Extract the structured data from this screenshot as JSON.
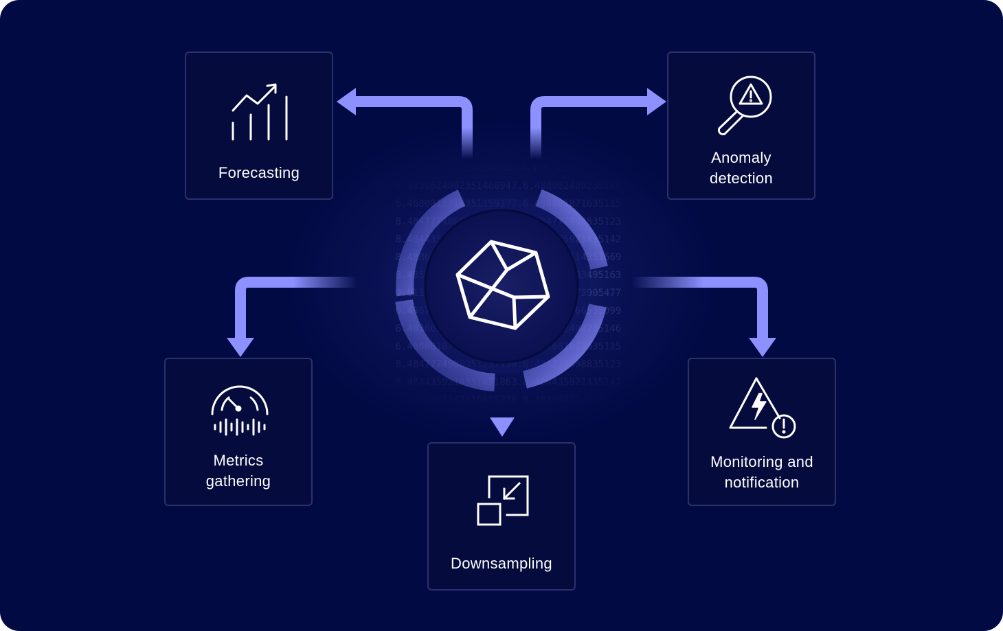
{
  "diagram": {
    "nodes": [
      {
        "id": "forecasting",
        "label_lines": [
          "Forecasting"
        ],
        "icon": "trend-chart-icon"
      },
      {
        "id": "anomaly",
        "label_lines": [
          "Anomaly",
          "detection"
        ],
        "icon": "magnifier-warning-icon"
      },
      {
        "id": "metrics",
        "label_lines": [
          "Metrics",
          "gathering"
        ],
        "icon": "gauge-waveform-icon"
      },
      {
        "id": "downsampling",
        "label_lines": [
          "Downsampling"
        ],
        "icon": "shrink-arrow-icon"
      },
      {
        "id": "monitoring",
        "label_lines": [
          "Monitoring and",
          "notification"
        ],
        "icon": "lightning-alert-icon"
      }
    ],
    "center": {
      "icon": "polyhedron-logo-icon"
    },
    "background_numbers": [
      "9.4967135665350996986.0.4967135665350996",
      "6.4830624082351466947.6.483062408235146",
      "6.4680818716351159177.6.468081871635115",
      "8.4847774088351237158.8.484777408835123",
      "8.4844359214351421863.8.484435921435142",
      "8.4886971143516695838.8.488697114351669",
      "8.4852923834951631415.8.485292383495163",
      "0.0111963739054777120.0.011196373905477",
      "0.4967135665350996986.0.496713566535099",
      "6.4830624082351466947.6.483062408235146",
      "6.4680818716351159177.6.468081871635115",
      "8.4847774088351237158.8.484777408835123",
      "8.4844359214351421863.8.484435921435142",
      "8.4886971143516695838.8.488697114351669"
    ],
    "colors": {
      "background": "#020a44",
      "card": "#050b3c",
      "card_border": "#2b316d",
      "arrow": "#8c91ff",
      "text": "#ffffff"
    }
  }
}
